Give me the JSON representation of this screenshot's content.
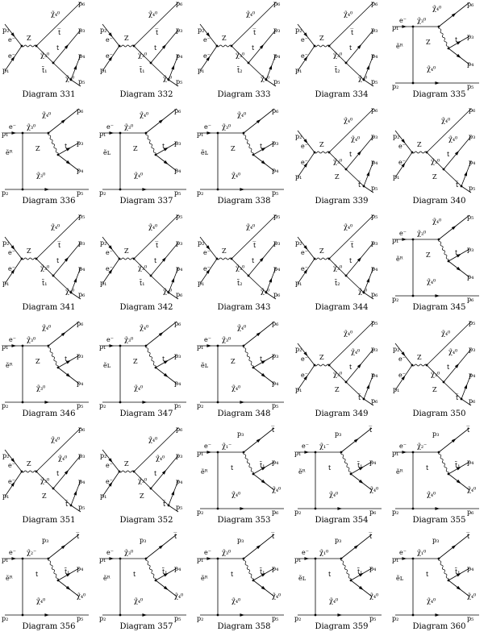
{
  "diagrams": [
    {
      "caption": "Diagram 331",
      "kind": "s",
      "labels": [
        "p₂",
        "e⁻",
        "Z",
        "e⁻",
        "p₁",
        "χ̃₄⁰",
        "p₆",
        "t̅",
        "p₃",
        "χ̃₃⁰",
        "t",
        "p₄",
        "t̃₁",
        "χ̃₄⁰",
        "p₅"
      ]
    },
    {
      "caption": "Diagram 332",
      "kind": "s",
      "labels": [
        "p₂",
        "e⁻",
        "Z",
        "e⁻",
        "p₁",
        "χ̃₄⁰",
        "p₆",
        "t̅",
        "p₃",
        "χ̃₃⁰",
        "t",
        "p₄",
        "t̃₁",
        "χ̃₄⁰",
        "p₅"
      ]
    },
    {
      "caption": "Diagram 333",
      "kind": "s",
      "labels": [
        "p₂",
        "e⁻",
        "Z",
        "e⁻",
        "p₁",
        "χ̃₄⁰",
        "p₆",
        "t̅",
        "p₃",
        "χ̃₃⁰",
        "t",
        "p₄",
        "t̃₂",
        "χ̃₄⁰",
        "p₅"
      ]
    },
    {
      "caption": "Diagram 334",
      "kind": "s",
      "labels": [
        "p₂",
        "e⁻",
        "Z",
        "e⁻",
        "p₁",
        "χ̃₄⁰",
        "p₆",
        "t̅",
        "p₃",
        "χ̃₃⁰",
        "t",
        "p₄",
        "t̃₂",
        "χ̃₄⁰",
        "p₅"
      ]
    },
    {
      "caption": "Diagram 335",
      "kind": "t",
      "labels": [
        "p₁",
        "e⁻",
        "χ̃₃⁰",
        "p₆",
        "χ̃₄⁰",
        "Z",
        "p₃",
        "t",
        "p₄",
        "ẽᴿ",
        "χ̃₄⁰",
        "p₂",
        "p₅"
      ]
    },
    {
      "caption": "Diagram 336",
      "kind": "t",
      "labels": [
        "p₁",
        "e⁻",
        "χ̃₃⁰",
        "p₆",
        "χ̃₄⁰",
        "Z",
        "p₃",
        "t",
        "p₄",
        "ẽᴿ",
        "χ̃₃⁰",
        "p₂",
        "p₅"
      ]
    },
    {
      "caption": "Diagram 337",
      "kind": "t",
      "labels": [
        "p₁",
        "e⁻",
        "χ̃₃⁰",
        "p₆",
        "χ̃₄⁰",
        "Z",
        "p₃",
        "t",
        "p₄",
        "ẽʟ",
        "χ̃₄⁰",
        "p₂",
        "p₅"
      ]
    },
    {
      "caption": "Diagram 338",
      "kind": "t",
      "labels": [
        "p₁",
        "e⁻",
        "χ̃₃⁰",
        "p₆",
        "χ̃₄⁰",
        "Z",
        "p₃",
        "t",
        "p₄",
        "ẽʟ",
        "χ̃₄⁰",
        "p₂",
        "p₅"
      ]
    },
    {
      "caption": "Diagram 339",
      "kind": "s",
      "labels": [
        "p₂",
        "e⁻",
        "Z",
        "e⁻",
        "p₁",
        "χ̃₄⁰",
        "p₆",
        "χ̃₄⁰",
        "p₃",
        "χ̃₃⁰",
        "t",
        "p₄",
        "Z",
        "t̅",
        "p₅"
      ]
    },
    {
      "caption": "Diagram 340",
      "kind": "s",
      "labels": [
        "p₂",
        "e⁻",
        "Z",
        "e⁻",
        "p₁",
        "χ̃₄⁰",
        "p₆",
        "χ̃₄⁰",
        "p₃",
        "χ̃₃⁰",
        "t",
        "p₄",
        "Z",
        "t̅",
        "p₅"
      ]
    },
    {
      "caption": "Diagram 341",
      "kind": "s",
      "labels": [
        "p₂",
        "e⁻",
        "Z",
        "e⁻",
        "p₁",
        "χ̃₄⁰",
        "p₅",
        "t̅",
        "p₃",
        "χ̃₃⁰",
        "t",
        "p₄",
        "t̃₁",
        "χ̃₄⁰",
        "p₆"
      ]
    },
    {
      "caption": "Diagram 342",
      "kind": "s",
      "labels": [
        "p₂",
        "e⁻",
        "Z",
        "e⁻",
        "p₁",
        "χ̃₄⁰",
        "p₅",
        "t̅",
        "p₃",
        "χ̃₃⁰",
        "t",
        "p₄",
        "t̃₁",
        "χ̃₄⁰",
        "p₆"
      ]
    },
    {
      "caption": "Diagram 343",
      "kind": "s",
      "labels": [
        "p₂",
        "e⁻",
        "Z",
        "e⁻",
        "p₁",
        "χ̃₄⁰",
        "p₅",
        "t̅",
        "p₃",
        "χ̃₃⁰",
        "t",
        "p₄",
        "t̃₂",
        "χ̃₄⁰",
        "p₆"
      ]
    },
    {
      "caption": "Diagram 344",
      "kind": "s",
      "labels": [
        "p₂",
        "e⁻",
        "Z",
        "e⁻",
        "p₁",
        "χ̃₄⁰",
        "p₅",
        "t̅",
        "p₃",
        "χ̃₃⁰",
        "t",
        "p₄",
        "t̃₂",
        "χ̃₄⁰",
        "p₆"
      ]
    },
    {
      "caption": "Diagram 345",
      "kind": "t",
      "labels": [
        "p₁",
        "e⁻",
        "χ̃₃⁰",
        "p₅",
        "χ̃₄⁰",
        "Z",
        "p₃",
        "t",
        "p₄",
        "ẽᴿ",
        "χ̃₄⁰",
        "p₂",
        "p₆"
      ]
    },
    {
      "caption": "Diagram 346",
      "kind": "t",
      "labels": [
        "p₁",
        "e⁻",
        "χ̃₃⁰",
        "p₆",
        "χ̃₄⁰",
        "Z",
        "p₃",
        "t",
        "p₄",
        "ẽᴿ",
        "χ̃₃⁰",
        "p₂",
        "p₅"
      ]
    },
    {
      "caption": "Diagram 347",
      "kind": "t",
      "labels": [
        "p₁",
        "e⁻",
        "χ̃₃⁰",
        "p₆",
        "χ̃₄⁰",
        "Z",
        "p₃",
        "t",
        "p₄",
        "ẽʟ",
        "χ̃₄⁰",
        "p₂",
        "p₅"
      ]
    },
    {
      "caption": "Diagram 348",
      "kind": "t",
      "labels": [
        "p₁",
        "e⁻",
        "χ̃₃⁰",
        "p₆",
        "χ̃₄⁰",
        "Z",
        "p₃",
        "t",
        "p₄",
        "ẽʟ",
        "χ̃₄⁰",
        "p₂",
        "p₅"
      ]
    },
    {
      "caption": "Diagram 349",
      "kind": "s",
      "labels": [
        "p₂",
        "e⁻",
        "Z",
        "e⁻",
        "p₁",
        "χ̃₄⁰",
        "p₅",
        "χ̃₄⁰",
        "p₃",
        "χ̃₃⁰",
        "t",
        "p₄",
        "Z",
        "t̅",
        "p₆"
      ]
    },
    {
      "caption": "Diagram 350",
      "kind": "s",
      "labels": [
        "p₂",
        "e⁻",
        "Z",
        "e⁻",
        "p₁",
        "χ̃₄⁰",
        "p₅",
        "χ̃₄⁰",
        "p₃",
        "χ̃₃⁰",
        "t",
        "p₄",
        "Z",
        "t̅",
        "p₆"
      ]
    },
    {
      "caption": "Diagram 351",
      "kind": "s",
      "labels": [
        "p₂",
        "e⁻",
        "Z",
        "e⁻",
        "p₁",
        "χ̃₄⁰",
        "p₆",
        "χ̃₄⁰",
        "p₃",
        "χ̃₃⁰",
        "t",
        "p₄",
        "Z",
        "t̅",
        "p₅"
      ]
    },
    {
      "caption": "Diagram 352",
      "kind": "s",
      "labels": [
        "p₂",
        "e⁻",
        "Z",
        "e⁻",
        "p₁",
        "χ̃₄⁰",
        "p₆",
        "χ̃₄⁰",
        "p₃",
        "χ̃₃⁰",
        "t",
        "p₄",
        "Z",
        "t̅",
        "p₅"
      ]
    },
    {
      "caption": "Diagram 353",
      "kind": "t",
      "labels": [
        "p₁",
        "e⁻",
        "χ̃₁⁻",
        "t̅",
        "p₃",
        "t",
        "p₄",
        "t̃₁",
        "χ̃₄⁰",
        "ẽᴿ",
        "χ̃₄⁰",
        "p₂",
        "p₆"
      ]
    },
    {
      "caption": "Diagram 354",
      "kind": "t",
      "labels": [
        "p₁",
        "e⁻",
        "χ̃₁⁻",
        "t̅",
        "p₃",
        "t",
        "p₄",
        "t̃₁",
        "χ̃₄⁰",
        "ẽᴿ",
        "χ̃₄⁰",
        "p₂",
        "p₆"
      ]
    },
    {
      "caption": "Diagram 355",
      "kind": "t",
      "labels": [
        "p₁",
        "e⁻",
        "χ̃₂⁻",
        "t̅",
        "p₃",
        "t",
        "p₄",
        "t̃₁",
        "χ̃₄⁰",
        "ẽᴿ",
        "χ̃₄⁰",
        "p₂",
        "p₆"
      ]
    },
    {
      "caption": "Diagram 356",
      "kind": "t",
      "labels": [
        "p₁",
        "e⁻",
        "χ̃₂⁻",
        "t̅",
        "p₃",
        "t",
        "p₄",
        "t̃₁",
        "χ̃₄⁰",
        "ẽᴿ",
        "χ̃₄⁰",
        "p₂",
        "p₅"
      ]
    },
    {
      "caption": "Diagram 357",
      "kind": "t",
      "labels": [
        "p₁",
        "e⁻",
        "χ̃₃⁰",
        "t̅",
        "p₃",
        "t",
        "p₄",
        "t̃₁",
        "χ̃₄⁰",
        "ẽᴿ",
        "χ̃₄⁰",
        "p₂",
        "p₅"
      ]
    },
    {
      "caption": "Diagram 358",
      "kind": "t",
      "labels": [
        "p₁",
        "e⁻",
        "χ̃₃⁰",
        "t̅",
        "p₃",
        "t",
        "p₄",
        "t̃₁",
        "χ̃₄⁰",
        "ẽᴿ",
        "χ̃₄⁰",
        "p₂",
        "p₅"
      ]
    },
    {
      "caption": "Diagram 359",
      "kind": "t",
      "labels": [
        "p₁",
        "e⁻",
        "χ̃₁⁰",
        "t̅",
        "p₃",
        "t",
        "p₄",
        "t̃₁",
        "χ̃₄⁰",
        "ẽʟ",
        "χ̃₄⁰",
        "p₂",
        "p₅"
      ]
    },
    {
      "caption": "Diagram 360",
      "kind": "t",
      "labels": [
        "p₁",
        "e⁻",
        "χ̃₁⁰",
        "t̅",
        "p₃",
        "t",
        "p₄",
        "t̃₁",
        "χ̃₄⁰",
        "ẽʟ",
        "χ̃₄⁰",
        "p₂",
        "p₅"
      ]
    }
  ]
}
